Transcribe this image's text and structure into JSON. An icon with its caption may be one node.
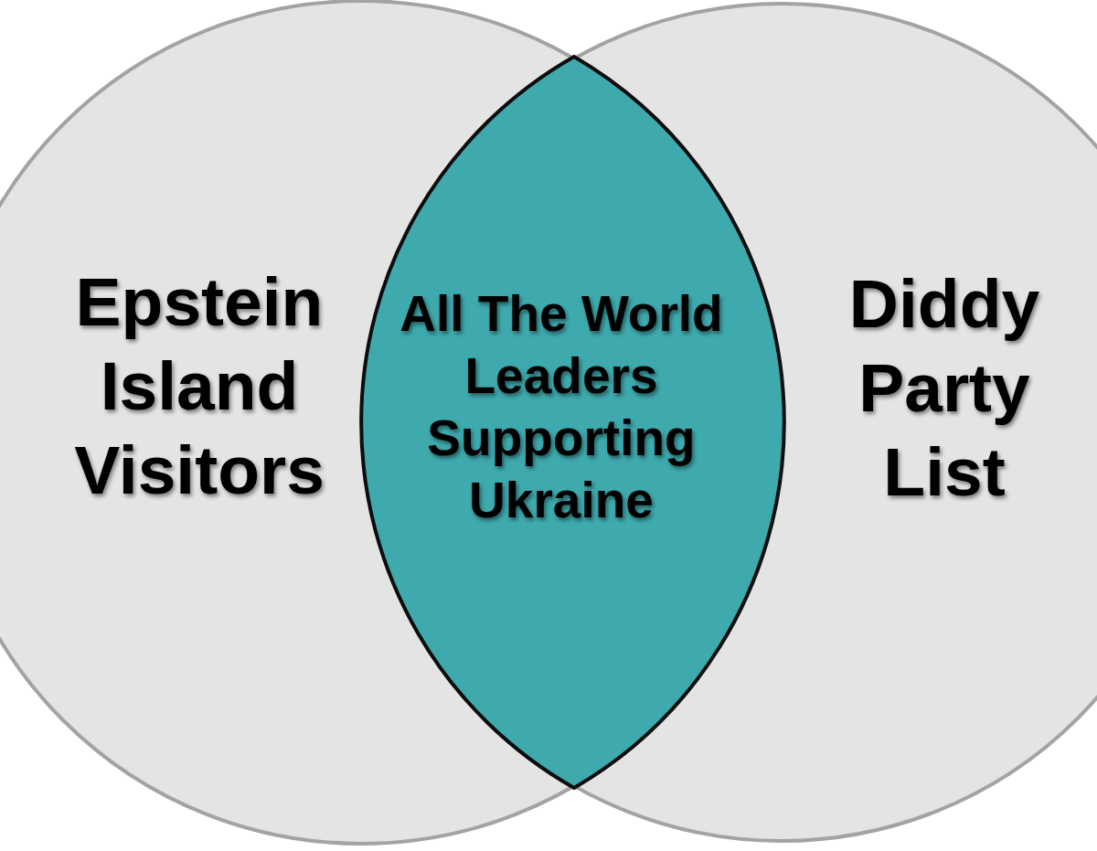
{
  "diagram": {
    "nodes": [
      {
        "text": [
          "Epstein Island Visitors"
        ]
      },
      {
        "text": [
          "All The World Leaders Supporting Ukraine"
        ]
      },
      {
        "text": [
          "Diddy Party List"
        ]
      }
    ]
  }
}
